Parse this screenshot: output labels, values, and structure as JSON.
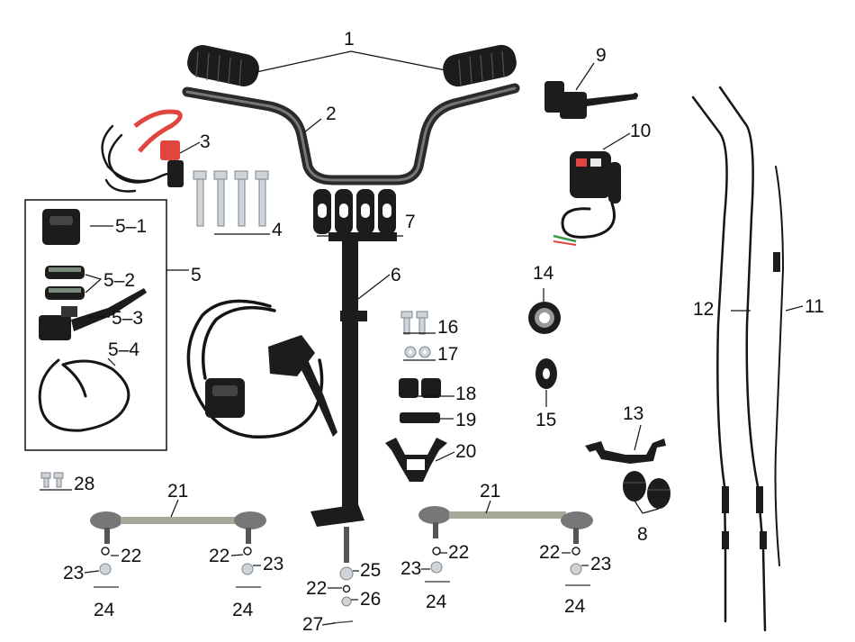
{
  "labels": {
    "l1": "1",
    "l2": "2",
    "l3": "3",
    "l4": "4",
    "l5": "5",
    "l5_1": "5–1",
    "l5_2": "5–2",
    "l5_3": "5–3",
    "l5_4": "5–4",
    "l6": "6",
    "l7": "7",
    "l8": "8",
    "l9": "9",
    "l10": "10",
    "l11": "11",
    "l12": "12",
    "l13": "13",
    "l14": "14",
    "l15": "15",
    "l16": "16",
    "l17": "17",
    "l18": "18",
    "l19": "19",
    "l20": "20",
    "l21a": "21",
    "l21b": "21",
    "l22a": "22",
    "l22b": "22",
    "l22c": "22",
    "l22d": "22",
    "l22e": "22",
    "l23a": "23",
    "l23b": "23",
    "l23c": "23",
    "l23d": "23",
    "l24a": "24",
    "l24b": "24",
    "l24c": "24",
    "l24d": "24",
    "l25": "25",
    "l26": "26",
    "l27": "27",
    "l28": "28"
  },
  "colors": {
    "ink": "#1c1c1c",
    "chrome": "#cfd4d8",
    "wire_red": "#e0453f",
    "wire_green": "#3a9a4a"
  }
}
